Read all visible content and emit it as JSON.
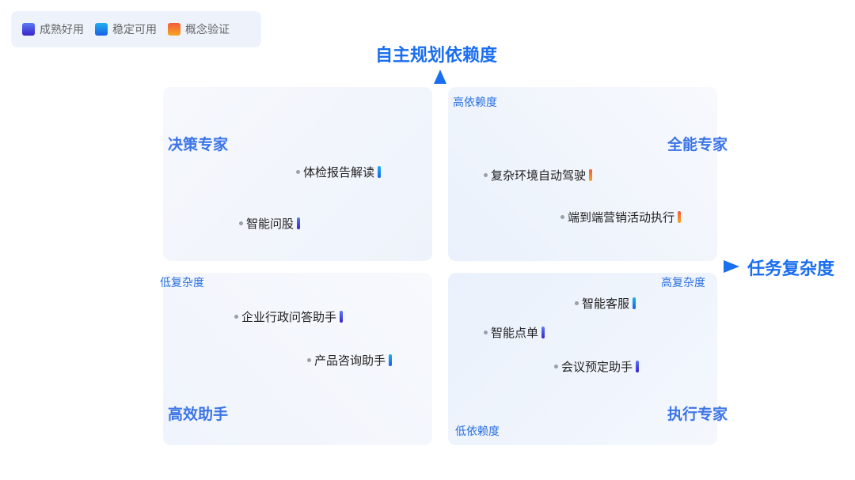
{
  "legend": [
    {
      "label": "成熟好用",
      "type": "mature"
    },
    {
      "label": "稳定可用",
      "type": "stable"
    },
    {
      "label": "概念验证",
      "type": "concept"
    }
  ],
  "axes": {
    "y_title": "自主规划依赖度",
    "x_title": "任务复杂度",
    "y_high": "高依赖度",
    "y_low": "低依赖度",
    "x_low": "低复杂度",
    "x_high": "高复杂度"
  },
  "quadrants": {
    "top_left": "决策专家",
    "top_right": "全能专家",
    "bottom_left": "高效助手",
    "bottom_right": "执行专家"
  },
  "items": [
    {
      "label": "体检报告解读",
      "maturity": "stable"
    },
    {
      "label": "智能问股",
      "maturity": "mature"
    },
    {
      "label": "复杂环境自动驾驶",
      "maturity": "concept"
    },
    {
      "label": "端到端营销活动执行",
      "maturity": "concept"
    },
    {
      "label": "企业行政问答助手",
      "maturity": "mature"
    },
    {
      "label": "产品咨询助手",
      "maturity": "stable"
    },
    {
      "label": "智能客服",
      "maturity": "stable"
    },
    {
      "label": "智能点单",
      "maturity": "mature"
    },
    {
      "label": "会议预定助手",
      "maturity": "mature"
    }
  ],
  "colors": {
    "axis": "#1a6ef0",
    "mature": [
      "#5a7bf5",
      "#3a22c8"
    ],
    "stable": [
      "#1fb0f0",
      "#1a5fe6"
    ],
    "concept": [
      "#f55a3a",
      "#f5a623"
    ]
  }
}
